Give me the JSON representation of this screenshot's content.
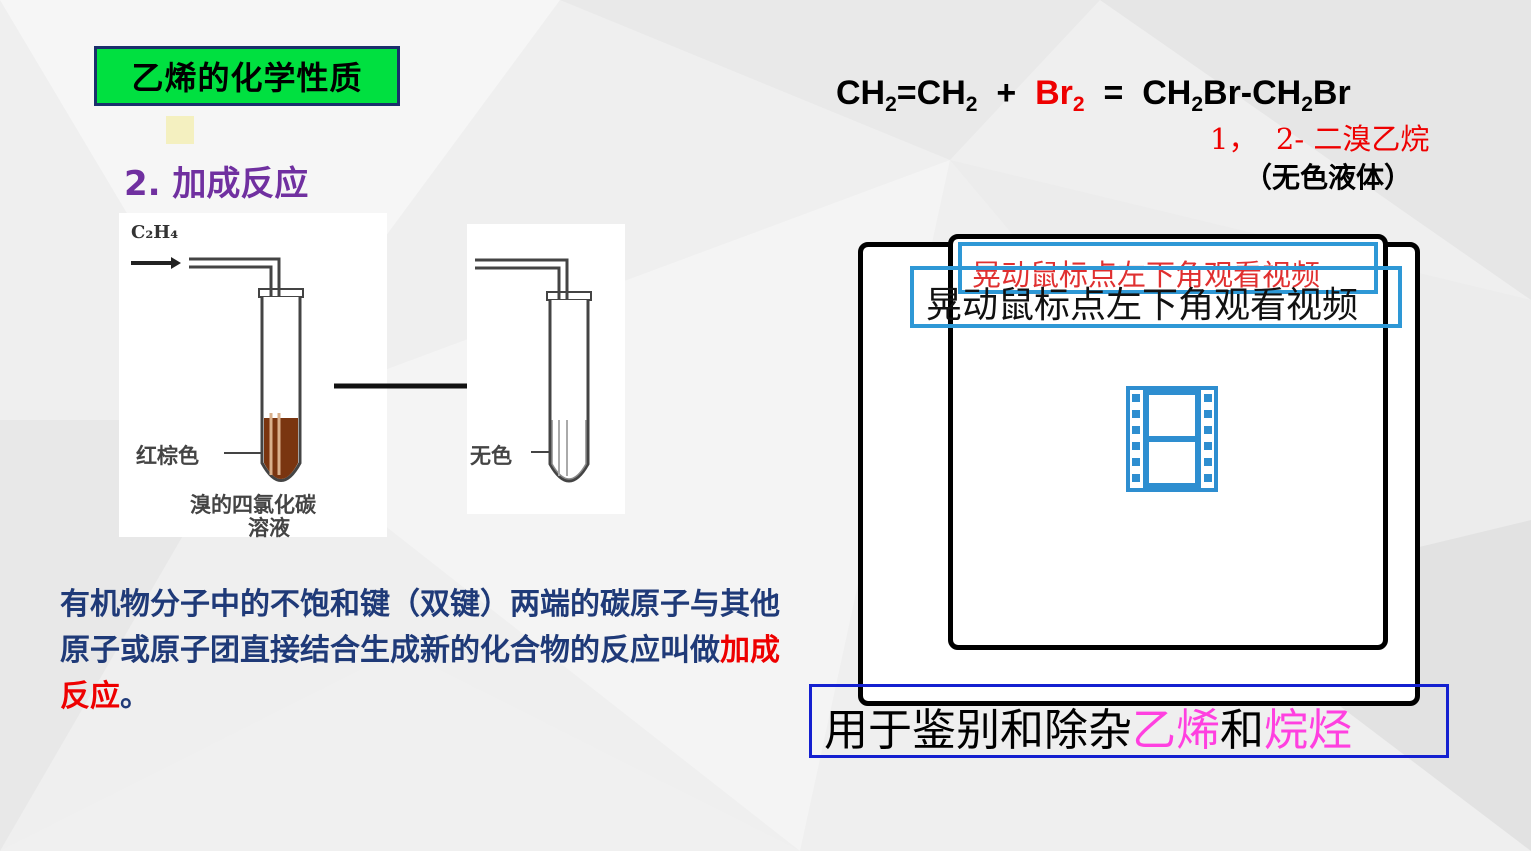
{
  "title": "乙烯的化学性质",
  "subtitle": "2. 加成反应",
  "figure": {
    "gas_label": "C₂H₄",
    "left_color_label": "红棕色",
    "solution_label_1": "溴的四氯化碳",
    "solution_label_2": "溶液",
    "right_color_label": "无色"
  },
  "definition": {
    "text": "有机物分子中的不饱和键（双键）两端的碳原子与其他原子或原子团直接结合生成新的化合物的反应叫做",
    "highlight": "加成反应",
    "end": "。"
  },
  "equation": {
    "p1": "CH",
    "s1": "2",
    "p2": "=CH",
    "s2": "2",
    "p3": "  +  ",
    "br": "Br",
    "s3": "2",
    "p4": "  =  CH",
    "s4": "2",
    "p5": "Br-CH",
    "s5": "2",
    "p6": "Br"
  },
  "product_name": "1，  2- 二溴乙烷",
  "product_state": "（无色液体）",
  "video": {
    "hint_red": "晃动鼠标点左下角观看视频",
    "hint_black": "晃动鼠标点左下角观看视频",
    "icon": "film-icon"
  },
  "usage": {
    "text1": "用于鉴别和除杂",
    "hl1": "乙烯",
    "text2": "和",
    "hl2": "烷烃"
  },
  "colors": {
    "title_bg": "#00e040",
    "subtitle": "#7030a0",
    "definition": "#1f3a78",
    "accent_red": "#e00000",
    "video_blue": "#2e98d6",
    "usage_pink": "#ff40e0"
  }
}
